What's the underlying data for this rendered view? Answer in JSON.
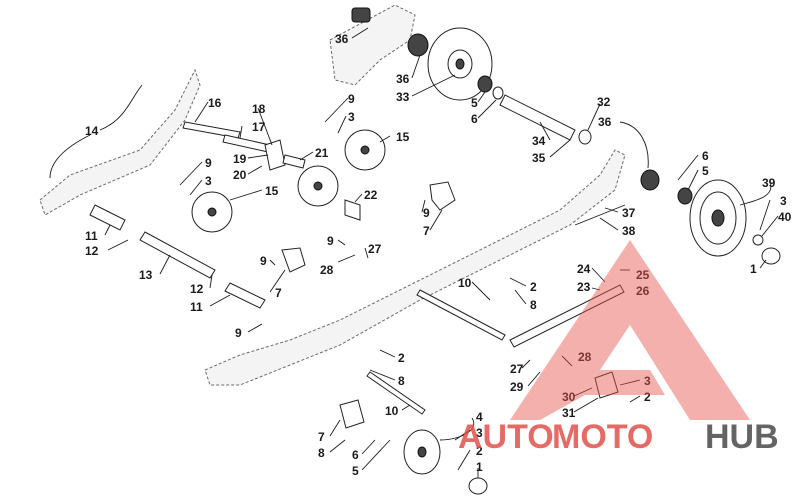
{
  "callouts": [
    {
      "id": "c36a",
      "text": "36"
    },
    {
      "id": "c36b",
      "text": "36"
    },
    {
      "id": "c33",
      "text": "33"
    },
    {
      "id": "c5a",
      "text": "5"
    },
    {
      "id": "c6a",
      "text": "6"
    },
    {
      "id": "c32",
      "text": "32"
    },
    {
      "id": "c36c",
      "text": "36"
    },
    {
      "id": "c34",
      "text": "34"
    },
    {
      "id": "c35",
      "text": "35"
    },
    {
      "id": "c16",
      "text": "16"
    },
    {
      "id": "c18",
      "text": "18"
    },
    {
      "id": "c17",
      "text": "17"
    },
    {
      "id": "c19",
      "text": "19"
    },
    {
      "id": "c20",
      "text": "20"
    },
    {
      "id": "c21",
      "text": "21"
    },
    {
      "id": "c14",
      "text": "14"
    },
    {
      "id": "c9a",
      "text": "9"
    },
    {
      "id": "c3a",
      "text": "3"
    },
    {
      "id": "c15a",
      "text": "15"
    },
    {
      "id": "c9b",
      "text": "9"
    },
    {
      "id": "c3b",
      "text": "3"
    },
    {
      "id": "c15b",
      "text": "15"
    },
    {
      "id": "c22",
      "text": "22"
    },
    {
      "id": "c9c",
      "text": "9"
    },
    {
      "id": "c7a",
      "text": "7"
    },
    {
      "id": "c6b",
      "text": "6"
    },
    {
      "id": "c5b",
      "text": "5"
    },
    {
      "id": "c39",
      "text": "39"
    },
    {
      "id": "c3c",
      "text": "3"
    },
    {
      "id": "c40",
      "text": "40"
    },
    {
      "id": "c37",
      "text": "37"
    },
    {
      "id": "c38",
      "text": "38"
    },
    {
      "id": "c1a",
      "text": "1"
    },
    {
      "id": "c11a",
      "text": "11"
    },
    {
      "id": "c12a",
      "text": "12"
    },
    {
      "id": "c13",
      "text": "13"
    },
    {
      "id": "c9d",
      "text": "9"
    },
    {
      "id": "c28a",
      "text": "28"
    },
    {
      "id": "c27a",
      "text": "27"
    },
    {
      "id": "c9e",
      "text": "9"
    },
    {
      "id": "c7b",
      "text": "7"
    },
    {
      "id": "c12b",
      "text": "12"
    },
    {
      "id": "c11b",
      "text": "11"
    },
    {
      "id": "c10a",
      "text": "10"
    },
    {
      "id": "c2a",
      "text": "2"
    },
    {
      "id": "c8a",
      "text": "8"
    },
    {
      "id": "c24",
      "text": "24"
    },
    {
      "id": "c25",
      "text": "25"
    },
    {
      "id": "c23",
      "text": "23"
    },
    {
      "id": "c26",
      "text": "26"
    },
    {
      "id": "c9f",
      "text": "9"
    },
    {
      "id": "c2b",
      "text": "2"
    },
    {
      "id": "c8b",
      "text": "8"
    },
    {
      "id": "c27b",
      "text": "27"
    },
    {
      "id": "c28b",
      "text": "28"
    },
    {
      "id": "c29",
      "text": "29"
    },
    {
      "id": "c3d",
      "text": "3"
    },
    {
      "id": "c30",
      "text": "30"
    },
    {
      "id": "c2c",
      "text": "2"
    },
    {
      "id": "c31",
      "text": "31"
    },
    {
      "id": "c10b",
      "text": "10"
    },
    {
      "id": "c4",
      "text": "4"
    },
    {
      "id": "c7c",
      "text": "7"
    },
    {
      "id": "c3e",
      "text": "3"
    },
    {
      "id": "c8c",
      "text": "8"
    },
    {
      "id": "c6c",
      "text": "6"
    },
    {
      "id": "c2d",
      "text": "2"
    },
    {
      "id": "c5c",
      "text": "5"
    },
    {
      "id": "c1b",
      "text": "1"
    }
  ],
  "watermark": {
    "part1": "AUTO",
    "part2": "MOTO",
    "part3": "HUB",
    "colors": {
      "auto": "#e0524c",
      "moto": "#e0524c",
      "hub": "#4a4a4a",
      "logo": "#e8554f"
    }
  }
}
